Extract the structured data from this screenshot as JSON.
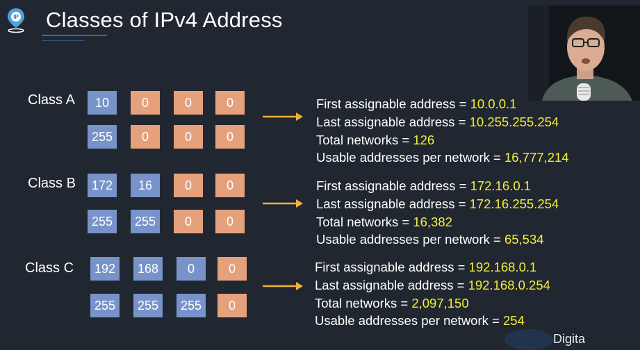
{
  "title": "Classes of IPv4 Address",
  "logo_icon": "ip-location-pin-icon",
  "colors": {
    "background": "#212730",
    "network_box": "#7893c9",
    "host_box": "#e5a07c",
    "highlight_value": "#f3ee3a",
    "arrow": "#f0b23a",
    "accent_underline": "#2f6fb1"
  },
  "classes": [
    {
      "label": "Class A",
      "address_row": [
        "10",
        "0",
        "0",
        "0"
      ],
      "mask_row": [
        "255",
        "0",
        "0",
        "0"
      ],
      "first_label": "First assignable address = ",
      "first_value": "10.0.0.1",
      "last_label": "Last assignable address = ",
      "last_value": "10.255.255.254",
      "networks_label": "Total networks = ",
      "networks_value": "126",
      "usable_label": "Usable addresses per network = ",
      "usable_value": "16,777,214"
    },
    {
      "label": "Class B",
      "address_row": [
        "172",
        "16",
        "0",
        "0"
      ],
      "mask_row": [
        "255",
        "255",
        "0",
        "0"
      ],
      "first_label": "First assignable address = ",
      "first_value": "172.16.0.1",
      "last_label": "Last assignable address = ",
      "last_value": "172.16.255.254",
      "networks_label": "Total networks = ",
      "networks_value": "16,382",
      "usable_label": "Usable addresses per network = ",
      "usable_value": "65,534"
    },
    {
      "label": "Class C",
      "address_row": [
        "192",
        "168",
        "0",
        "0"
      ],
      "mask_row": [
        "255",
        "255",
        "255",
        "0"
      ],
      "first_label": "First assignable address = ",
      "first_value": "192.168.0.1",
      "last_label": "Last assignable address = ",
      "last_value": "192.168.0.254",
      "networks_label": "Total networks = ",
      "networks_value": "2,097,150",
      "usable_label": "Usable addresses per network = ",
      "usable_value": "254"
    }
  ],
  "brand_text": "Digita",
  "webcam": "presenter-webcam-feed"
}
